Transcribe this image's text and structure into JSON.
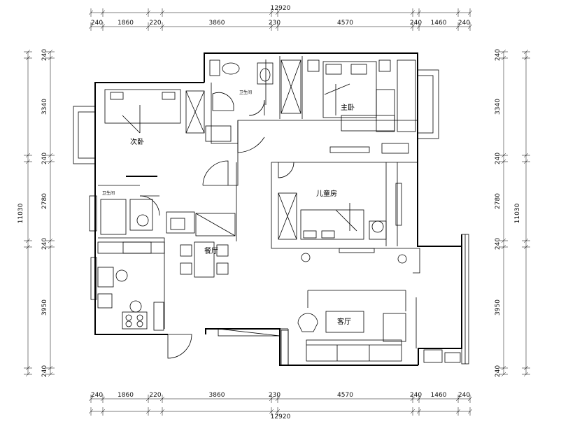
{
  "dimensions": {
    "top_total": "12920",
    "bottom_total": "12920",
    "left_total": "11030",
    "right_total": "11030",
    "horizontal_segments": [
      "240",
      "1860",
      "220",
      "3860",
      "230",
      "4570",
      "240",
      "1460",
      "240"
    ],
    "vertical_segments": [
      "240",
      "3340",
      "240",
      "2780",
      "240",
      "3950",
      "240"
    ]
  },
  "rooms": {
    "master_bedroom": "主卧",
    "second_bedroom": "次卧",
    "kids_room": "儿童房",
    "living_room": "客厅",
    "dining_room": "餐厅",
    "bathroom_top": "卫生间",
    "bathroom_left": "卫生间"
  }
}
